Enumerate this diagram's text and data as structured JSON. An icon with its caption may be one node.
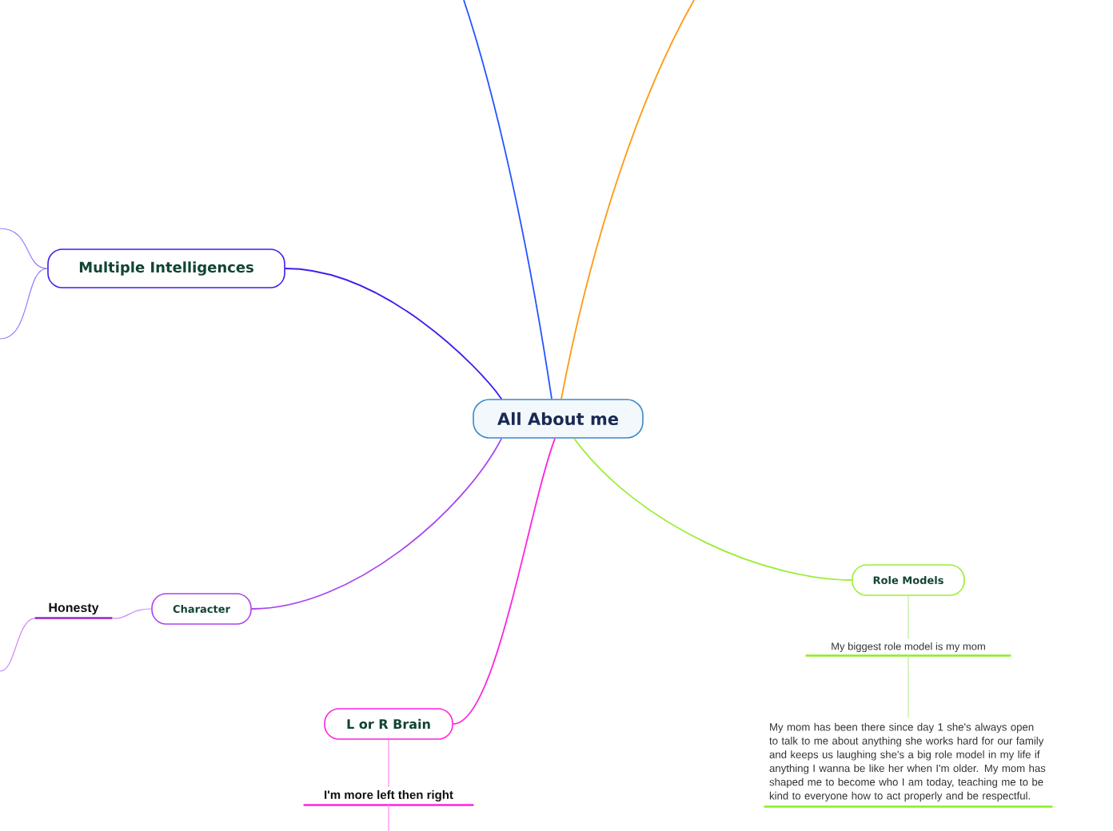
{
  "diagram": {
    "nodes": [
      {
        "text": [
          "All About me"
        ]
      },
      {
        "text": [
          "Multiple Intelligences"
        ]
      },
      {
        "text": [
          "Character"
        ]
      },
      {
        "text": [
          "Honesty"
        ]
      },
      {
        "text": [
          "L or R Brain"
        ]
      },
      {
        "text": [
          "I'm more left then right"
        ]
      },
      {
        "text": [
          "Role Models"
        ]
      },
      {
        "text": [
          "My biggest role model is my mom"
        ]
      },
      {
        "text": [
          "My mom has been there since day 1 she's always open to talk to me about anything she works hard for our family and keeps us laughing she's a big role model in my life if anything I wanna be like her when I'm older. My mom has shaped me to become who I am today, teaching me to be kind to everyone how to act properly and  be respectful."
        ]
      }
    ],
    "edges": [
      {
        "from": 0,
        "to": 1,
        "arrow": "none",
        "color": "#3a1ef0"
      },
      {
        "from": 0,
        "to": 2,
        "arrow": "none",
        "color": "#aa44ee"
      },
      {
        "from": 2,
        "to": 3,
        "arrow": "none",
        "color": "#cc88ff"
      },
      {
        "from": 0,
        "to": 4,
        "arrow": "none",
        "color": "#ff22dd"
      },
      {
        "from": 4,
        "to": 5,
        "arrow": "none",
        "color": "#ff88ee"
      },
      {
        "from": 0,
        "to": 6,
        "arrow": "none",
        "color": "#99ee33"
      },
      {
        "from": 6,
        "to": 7,
        "arrow": "none",
        "color": "#bbee99"
      },
      {
        "from": 7,
        "to": 8,
        "arrow": "none",
        "color": "#bbee99"
      },
      {
        "from": 0,
        "to": null,
        "arrow": "none",
        "color": "#2255ff"
      },
      {
        "from": 0,
        "to": null,
        "arrow": "none",
        "color": "#ff9911"
      },
      {
        "from": 1,
        "to": null,
        "arrow": "none",
        "color": "#9977ff"
      },
      {
        "from": 1,
        "to": null,
        "arrow": "none",
        "color": "#9977ff"
      },
      {
        "from": 3,
        "to": null,
        "arrow": "none",
        "color": "#cc88ff"
      },
      {
        "from": 5,
        "to": null,
        "arrow": "none",
        "color": "#ff88ee"
      }
    ]
  }
}
